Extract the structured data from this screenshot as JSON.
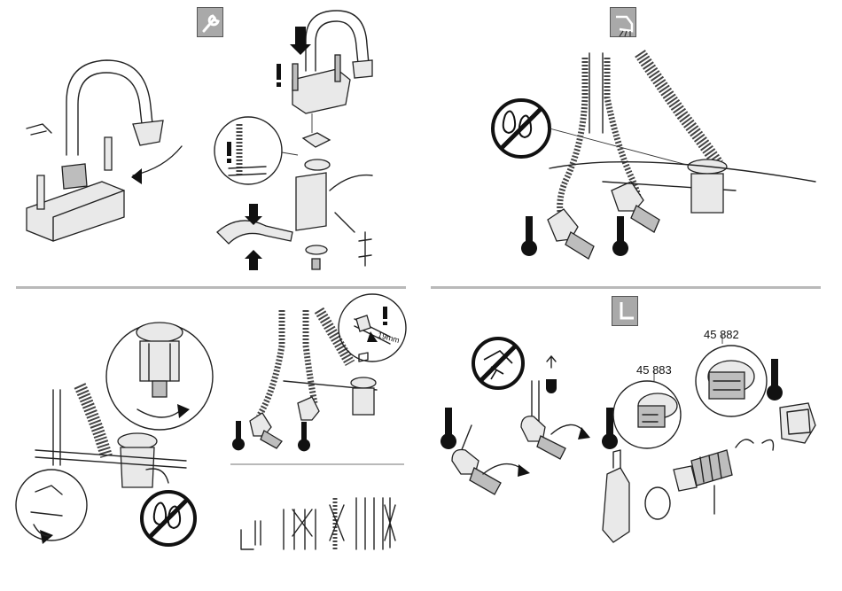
{
  "sections": [
    {
      "id": "installation",
      "icon": "wrench-icon"
    },
    {
      "id": "flushing",
      "icon": "shower-flush-icon"
    },
    {
      "id": "pop-up-waste",
      "icon": "drain-icon",
      "spanner_size": "19mm"
    },
    {
      "id": "cartridge-replacement",
      "icon": "hex-key-icon",
      "part_labels": {
        "cold_cartridge": "45 883",
        "hot_cartridge": "45 882"
      }
    }
  ]
}
